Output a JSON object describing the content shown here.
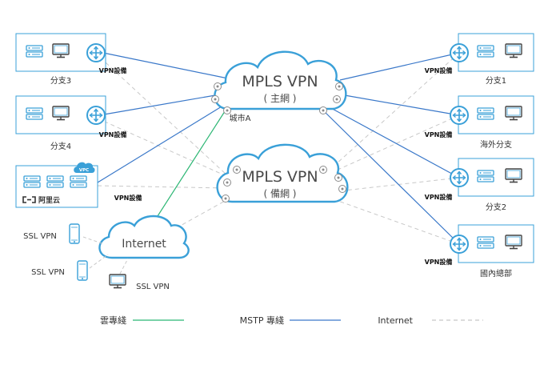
{
  "clouds": {
    "primary": {
      "title": "MPLS VPN",
      "subtitle": "( 主網 )"
    },
    "backup": {
      "title": "MPLS VPN",
      "subtitle": "( 備網 )"
    },
    "internet": {
      "title": "Internet"
    }
  },
  "labels": {
    "city_a": "城市A",
    "vpn_device": "VPN設備",
    "ssl_vpn": "SSL VPN",
    "vpc": "VPC",
    "aliyun": "阿里云"
  },
  "left_sites": [
    {
      "name": "分支3"
    },
    {
      "name": "分支4"
    }
  ],
  "right_sites": [
    {
      "name": "分支1"
    },
    {
      "name": "海外分支"
    },
    {
      "name": "分支2"
    },
    {
      "name": "國內總部"
    }
  ],
  "legend": [
    {
      "label": "雲專綫",
      "color": "#2bb673",
      "style": "solid"
    },
    {
      "label": "MSTP 專綫",
      "color": "#3a78c9",
      "style": "solid"
    },
    {
      "label": "Internet",
      "color": "#c8c8c8",
      "style": "dashed"
    }
  ],
  "colors": {
    "box_border": "#3aa0d8",
    "device": "#3aa0d8",
    "mstp": "#3a78c9",
    "cloud_line": "#2bb673",
    "internet_line": "#c8c8c8"
  }
}
